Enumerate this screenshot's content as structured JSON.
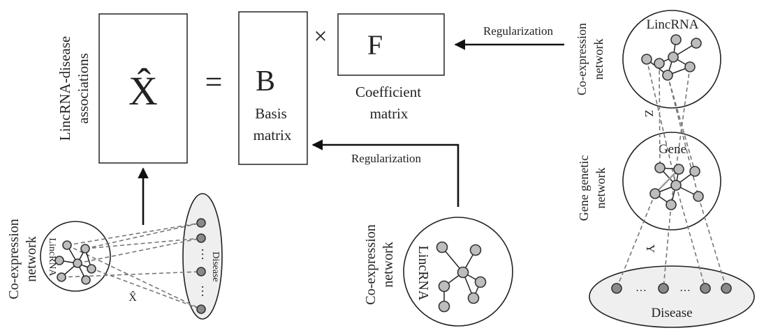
{
  "matrices": {
    "x_hat": "X̂",
    "equals": "=",
    "b": "B",
    "times": "×",
    "f": "F",
    "associations_line1": "LincRNA-disease",
    "associations_line2": "associations",
    "basis_line1": "Basis",
    "basis_line2": "matrix",
    "coef_line1": "Coefficient",
    "coef_line2": "matrix"
  },
  "arrows": {
    "top_regularization": "Regularization",
    "bottom_regularization": "Regularization"
  },
  "left_network": {
    "side_line1": "Co-expression",
    "side_line2": "network",
    "inner": "LincRNA",
    "disease": "Disease",
    "dots1": "…",
    "dots2": "…",
    "x_hat_small": "X̂"
  },
  "bottom_network": {
    "side_line1": "Co-expression",
    "side_line2": "network",
    "inner": "LincRNA"
  },
  "right_network": {
    "top_side_line1": "Co-expression",
    "top_side_line2": "network",
    "top_inner": "LincRNA",
    "mid_side_line1": "Gene genetic",
    "mid_side_line2": "network",
    "mid_inner": "Gene",
    "z_label": "Z",
    "y_label": "Y",
    "disease": "Disease",
    "dots1": "…",
    "dots2": "…"
  }
}
